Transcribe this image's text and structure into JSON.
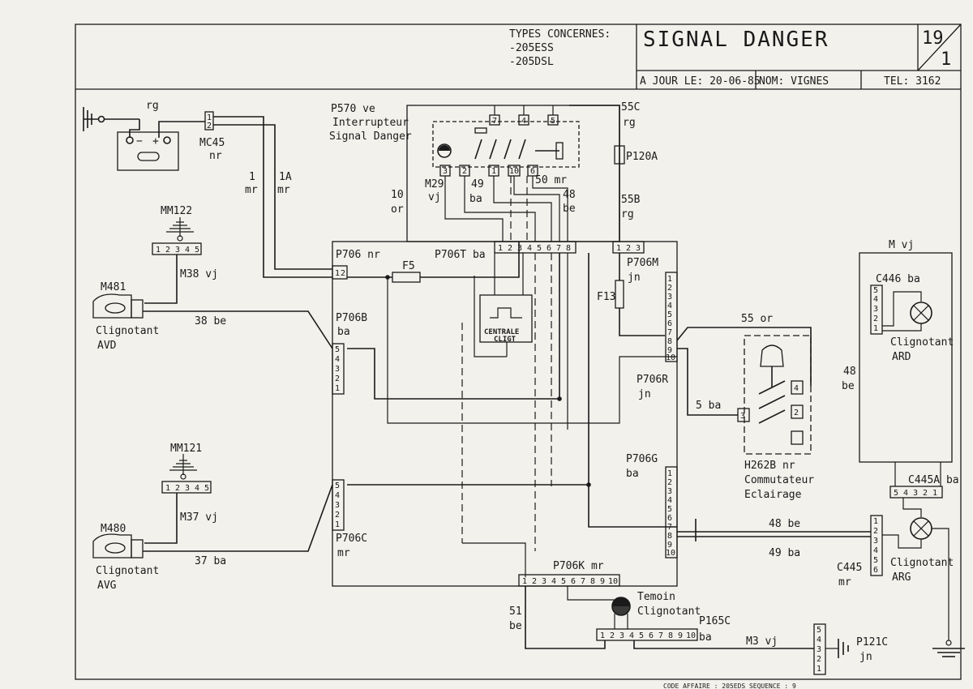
{
  "title_block": {
    "types_title": "TYPES CONCERNES:",
    "types": [
      "-205ESS",
      "-205DSL"
    ],
    "title": "SIGNAL DANGER",
    "sheet_number": "19",
    "sheet_sub": "1",
    "update_label": "A JOUR LE: 20-06-85",
    "name_label": "NOM: VIGNES",
    "tel_label": "TEL: 3162"
  },
  "battery": {
    "wire_top": "rg",
    "minus": "−",
    "plus": "+"
  },
  "connectors": {
    "mc45": {
      "name": "MC45",
      "color": "nr",
      "pins": [
        "1",
        "2"
      ]
    },
    "p570": {
      "name": "P570 ve",
      "desc1": "Interrupteur",
      "desc2": "Signal Danger",
      "pins": [
        "3",
        "2",
        "1",
        "10",
        "6"
      ],
      "top_pins": [
        "7",
        "4",
        "5"
      ]
    },
    "p120a": {
      "name": "P120A"
    },
    "p706": {
      "name": "P706 nr",
      "pins": [
        "1",
        "2"
      ]
    },
    "p706t": {
      "name": "P706T ba",
      "pins": [
        "1",
        "2",
        "3",
        "4",
        "5",
        "6",
        "7",
        "8"
      ]
    },
    "p706m": {
      "name": "P706M",
      "color": "jn",
      "pins": [
        "1",
        "2",
        "3"
      ]
    },
    "p706b": {
      "name": "P706B",
      "color": "ba",
      "pins": [
        "1",
        "2",
        "3",
        "4",
        "5"
      ]
    },
    "p706c": {
      "name": "P706C",
      "color": "mr",
      "pins": [
        "1",
        "2",
        "3",
        "4",
        "5"
      ]
    },
    "p706r": {
      "name": "P706R",
      "color": "jn",
      "pins": [
        "10",
        "9",
        "8",
        "7",
        "6",
        "5",
        "4",
        "3",
        "2",
        "1"
      ]
    },
    "p706g": {
      "name": "P706G",
      "color": "ba",
      "pins": [
        "10",
        "9",
        "8",
        "7",
        "6",
        "5",
        "4",
        "3",
        "2",
        "1"
      ]
    },
    "p706k": {
      "name": "P706K mr",
      "pins": [
        "1",
        "2",
        "3",
        "4",
        "5",
        "6",
        "7",
        "8",
        "9",
        "10"
      ]
    },
    "p165c": {
      "name": "P165C",
      "color": "ba",
      "pins": [
        "1",
        "2",
        "3",
        "4",
        "5",
        "6",
        "7",
        "8",
        "9",
        "10"
      ]
    },
    "p121c": {
      "name": "P121C",
      "color": "jn",
      "pins": [
        "1",
        "2",
        "3",
        "4",
        "5"
      ]
    },
    "mm122": {
      "name": "MM122",
      "pins": [
        "1",
        "2",
        "3",
        "4",
        "5"
      ]
    },
    "mm121": {
      "name": "MM121",
      "pins": [
        "1",
        "2",
        "3",
        "4",
        "5"
      ]
    },
    "c446": {
      "name": "C446 ba",
      "pins": [
        "1",
        "2",
        "3",
        "4",
        "5"
      ]
    },
    "c445a": {
      "name": "C445A ba",
      "pins": [
        "5",
        "4",
        "3",
        "2",
        "1"
      ]
    },
    "c445": {
      "name": "C445",
      "color": "mr",
      "pins": [
        "6",
        "5",
        "4",
        "3",
        "2",
        "1"
      ]
    },
    "m29": {
      "name": "M29",
      "color": "vj"
    }
  },
  "components": {
    "centrale": [
      "CENTRALE",
      "CLIGT"
    ],
    "f5": "F5",
    "f13": "F13",
    "h262b": {
      "name": "H262B nr",
      "desc1": "Commutateur",
      "desc2": "Eclairage",
      "pins": [
        "3",
        "4",
        "2"
      ]
    },
    "m481": {
      "name": "M481",
      "desc1": "Clignotant",
      "desc2": "AVD"
    },
    "m480": {
      "name": "M480",
      "desc1": "Clignotant",
      "desc2": "AVG"
    },
    "ard": {
      "desc1": "Clignotant",
      "desc2": "ARD"
    },
    "arg": {
      "desc1": "Clignotant",
      "desc2": "ARG"
    },
    "temoin": {
      "desc1": "Temoin",
      "desc2": "Clignotant"
    }
  },
  "wires": {
    "w1": "1",
    "w1c": "mr",
    "w1a": "1A",
    "w1ac": "mr",
    "w10": "10",
    "w10c": "or",
    "w49": "49",
    "w49c": "ba",
    "w50": "50 mr",
    "w48": "48",
    "w48c": "be",
    "w55c": "55C",
    "w55cc": "rg",
    "w55b": "55B",
    "w55bc": "rg",
    "m38": "M38 vj",
    "w38": "38 be",
    "m37": "M37 vj",
    "w37": "37 ba",
    "w55": "55 or",
    "w5": "5 ba",
    "mvj": "M vj",
    "w48r": "48",
    "w48rc": "be",
    "w48b": "48 be",
    "w49b": "49 ba",
    "w51": "51",
    "w51c": "be",
    "m3": "M3 vj"
  },
  "footer": "CODE AFFAIRE : 205EDS SEQUENCE : 9"
}
